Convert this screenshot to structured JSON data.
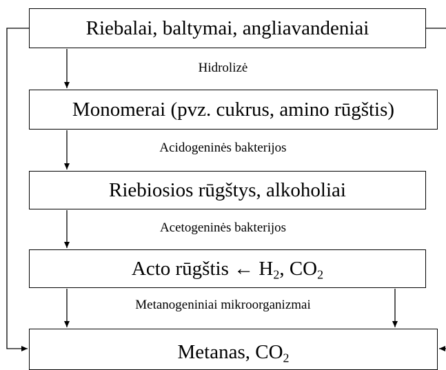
{
  "boxes": {
    "polymers": "Riebalai, baltymai, angliavandeniai",
    "monomers": "Monomerai (pvz. cukrus, amino rūgštis)",
    "fatty_acids": "Riebiosios rūgštys, alkoholiai",
    "acetic_acid": {
      "main": "Acto rūgštis ← H",
      "sub1": "2",
      "mid": ", CO",
      "sub2": "2"
    },
    "methane": {
      "main": "Metanas, CO",
      "sub": "2"
    }
  },
  "steps": {
    "hydrolysis": "Hidrolizė",
    "acidogenic": "Acidogeninės bakterijos",
    "acetogenic": "Acetogeninės bakterijos",
    "methanogenic": "Metanogeniniai mikroorganizmai"
  }
}
